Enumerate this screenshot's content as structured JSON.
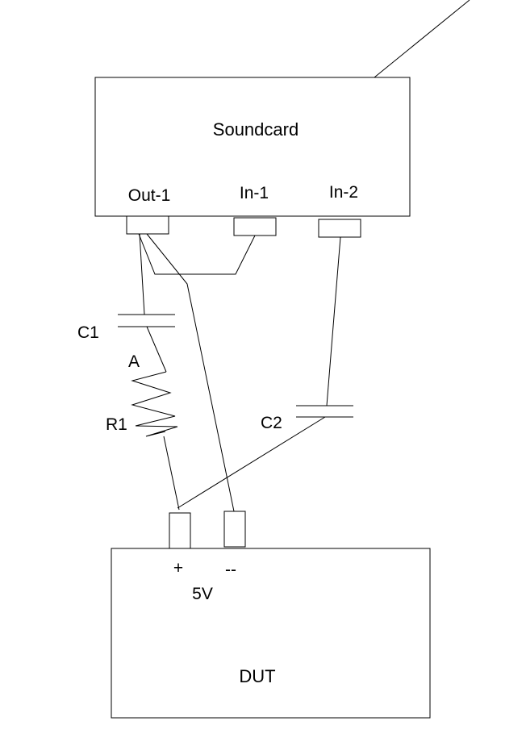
{
  "soundcard": {
    "title": "Soundcard",
    "ports": {
      "out1": "Out-1",
      "in1": "In-1",
      "in2": "In-2"
    }
  },
  "components": {
    "c1": "C1",
    "c2": "C2",
    "r1": "R1",
    "node_a": "A"
  },
  "dut": {
    "title": "DUT",
    "plus": "+",
    "minus": "--",
    "supply": "5V"
  }
}
